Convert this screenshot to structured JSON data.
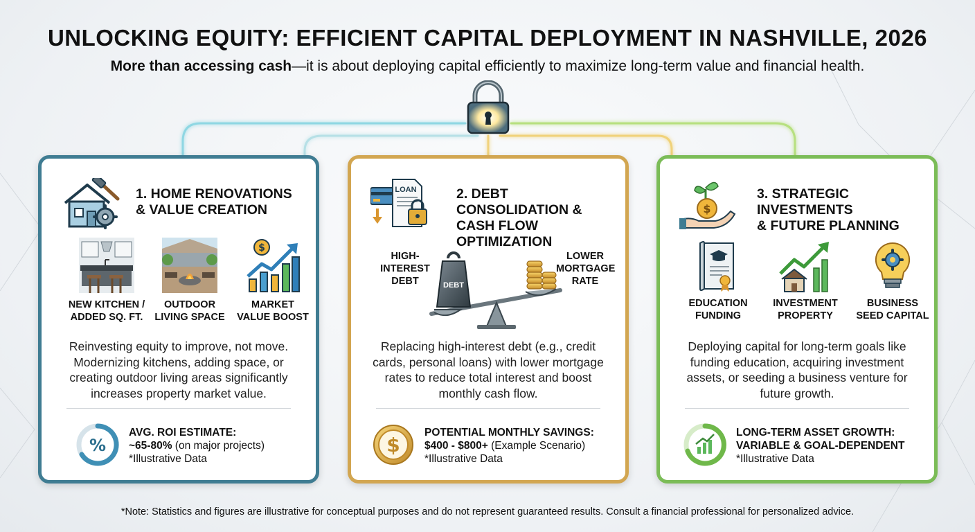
{
  "header": {
    "title": "UNLOCKING EQUITY: EFFICIENT CAPITAL DEPLOYMENT IN NASHVILLE, 2026",
    "subtitle_bold": "More than accessing cash",
    "subtitle_rest": "—it is about deploying capital efficiently to maximize long-term value and financial health."
  },
  "colors": {
    "card1": "#3f7c92",
    "card2": "#d2a651",
    "card3": "#7bbc57"
  },
  "cards": [
    {
      "title": "1. HOME RENOVATIONS\n& VALUE CREATION",
      "icon": "house-tools-icon",
      "items": [
        {
          "label": "NEW KITCHEN /\nADDED SQ. FT.",
          "icon": "kitchen-icon"
        },
        {
          "label": "OUTDOOR\nLIVING SPACE",
          "icon": "outdoor-patio-icon"
        },
        {
          "label": "MARKET\nVALUE BOOST",
          "icon": "growth-chart-icon"
        }
      ],
      "description": "Reinvesting equity to improve, not move. Modernizing kitchens, adding space, or creating outdoor living areas significantly increases property market value.",
      "stat_title": "AVG. ROI ESTIMATE:",
      "stat_value_bold": "~65-80%",
      "stat_value_rest": " (on major projects)",
      "stat_note": "*Illustrative Data",
      "stat_icon": "percent-icon"
    },
    {
      "title": "2. DEBT CONSOLIDATION &\nCASH FLOW OPTIMIZATION",
      "icon": "loan-document-icon",
      "loan_label": "LOAN",
      "left_label": "HIGH-\nINTEREST\nDEBT",
      "right_label": "LOWER\nMORTGAGE\nRATE",
      "weight_label": "DEBT",
      "description": "Replacing high-interest debt (e.g., credit cards, personal loans) with lower mortgage rates to reduce total interest and boost monthly cash flow.",
      "stat_title": "POTENTIAL MONTHLY SAVINGS:",
      "stat_value_bold": "$400 - $800+",
      "stat_value_rest": " (Example Scenario)",
      "stat_note": "*Illustrative Data",
      "stat_icon": "dollar-coin-icon"
    },
    {
      "title": "3. STRATEGIC INVESTMENTS\n& FUTURE PLANNING",
      "icon": "hand-coin-plant-icon",
      "items": [
        {
          "label": "EDUCATION\nFUNDING",
          "icon": "diploma-icon"
        },
        {
          "label": "INVESTMENT\nPROPERTY",
          "icon": "house-growth-icon"
        },
        {
          "label": "BUSINESS\nSEED CAPITAL",
          "icon": "lightbulb-gear-icon"
        }
      ],
      "description": "Deploying capital for long-term goals like funding education, acquiring investment assets, or seeding a business venture for future growth.",
      "stat_title": "LONG-TERM ASSET GROWTH:",
      "stat_value_bold": "VARIABLE & GOAL-DEPENDENT",
      "stat_value_rest": "",
      "stat_note": "*Illustrative Data",
      "stat_icon": "growth-chart-badge-icon"
    }
  ],
  "footnote": "*Note: Statistics and figures are illustrative for conceptual purposes and do not represent guaranteed results. Consult a financial professional for personalized advice."
}
